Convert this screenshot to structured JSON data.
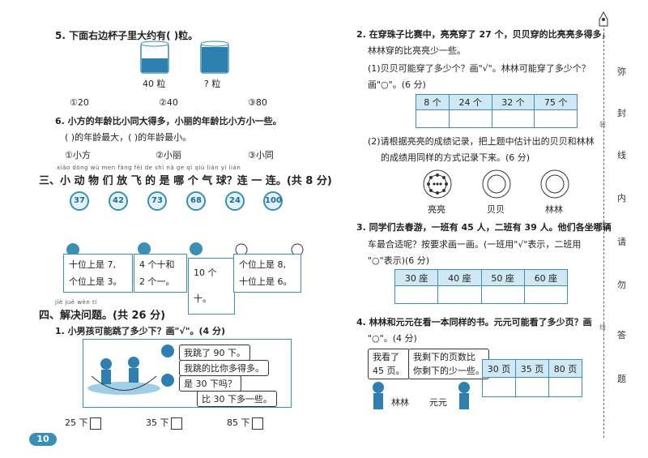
{
  "left": {
    "q5": {
      "text": "5. 下面右边杯子里大约有(    )粒。",
      "jar_left_label": "40 粒",
      "jar_right_label": "? 粒",
      "options": [
        "①20",
        "②40",
        "③80"
      ]
    },
    "q6": {
      "text": "6. 小方的年龄比小同大得多，小丽的年龄比小方小一些。",
      "sub": "(    )的年龄最大，(    )的年龄最小。",
      "options": [
        "①小方",
        "②小丽",
        "③小同"
      ]
    },
    "section3": {
      "pinyin": "xiǎo dòng wù men fàng fēi de shì nǎ ge qì qiú   lián yi lián",
      "title": "三、小 动 物 们 放 飞 的 是 哪 个 气 球？连 一 连。(共 8 分)",
      "balloons": [
        "37",
        "42",
        "73",
        "68",
        "24",
        "100"
      ],
      "cards": [
        [
          "十位上是 7,",
          "个位上是 3。"
        ],
        [
          "4 个十和",
          "2 个一。"
        ],
        [
          "10 个十。"
        ],
        [
          "个位上是 8,",
          "十位上是 6。"
        ]
      ]
    },
    "section4": {
      "pinyin": "jiě jué wèn tí",
      "title": "四、解决问题。(共 26 分)",
      "q1": "1. 小男孩可能跳了多少下？画\"√\"。(4 分)",
      "bubbles": [
        "我跳了 90 下。",
        "我跳的比你多得多。",
        "是 30 下吗？",
        "比 30 下多一些。"
      ],
      "answers": [
        "25 下",
        "35 下",
        "85 下"
      ]
    },
    "page_number": "10"
  },
  "right": {
    "q2": {
      "text1": "2. 在穿珠子比赛中，亮亮穿了 27 个，贝贝穿的比亮亮多得多，",
      "text2": "林林穿的比亮亮少一些。",
      "sub1a": "(1)贝贝可能穿了多少个？画\"√\"。林林可能穿了多少个？",
      "sub1b": "画\"○\"。(6 分)",
      "table": [
        "8 个",
        "24 个",
        "32 个",
        "75 个"
      ],
      "sub2a": "(2)请根据亮亮的成绩记录，把上题中估计出的贝贝和林林",
      "sub2b": "的成绩用同样的方式记录下来。(6 分)",
      "names": [
        "亮亮",
        "贝贝",
        "林林"
      ]
    },
    "q3": {
      "text1": "3. 同学们去春游，一班有 45 人，二班有 39 人。他们各坐哪辆",
      "text2": "车最合适呢？按要求画一画。(一班用\"√\"表示，二班用",
      "text3": "\"○\"表示)(6 分)",
      "table": [
        "30 座",
        "40 座",
        "50 座",
        "60 座"
      ]
    },
    "q4": {
      "text1": "4. 林林和元元在看一本同样的书。元元可能看了多少页？画",
      "text2": "\"○\"。(4 分)",
      "bubble_left": [
        "我看了",
        "45 页。"
      ],
      "bubble_right": [
        "我剩下的页数比",
        "你剩下的少一些。"
      ],
      "names": [
        "林林",
        "元元"
      ],
      "table": [
        "30 页",
        "35 页",
        "80 页"
      ]
    }
  },
  "seal_line": [
    "弥",
    "封",
    "线",
    "内",
    "请",
    "勿",
    "答",
    "题"
  ],
  "seal_marks": [
    "装",
    "订",
    "线"
  ]
}
